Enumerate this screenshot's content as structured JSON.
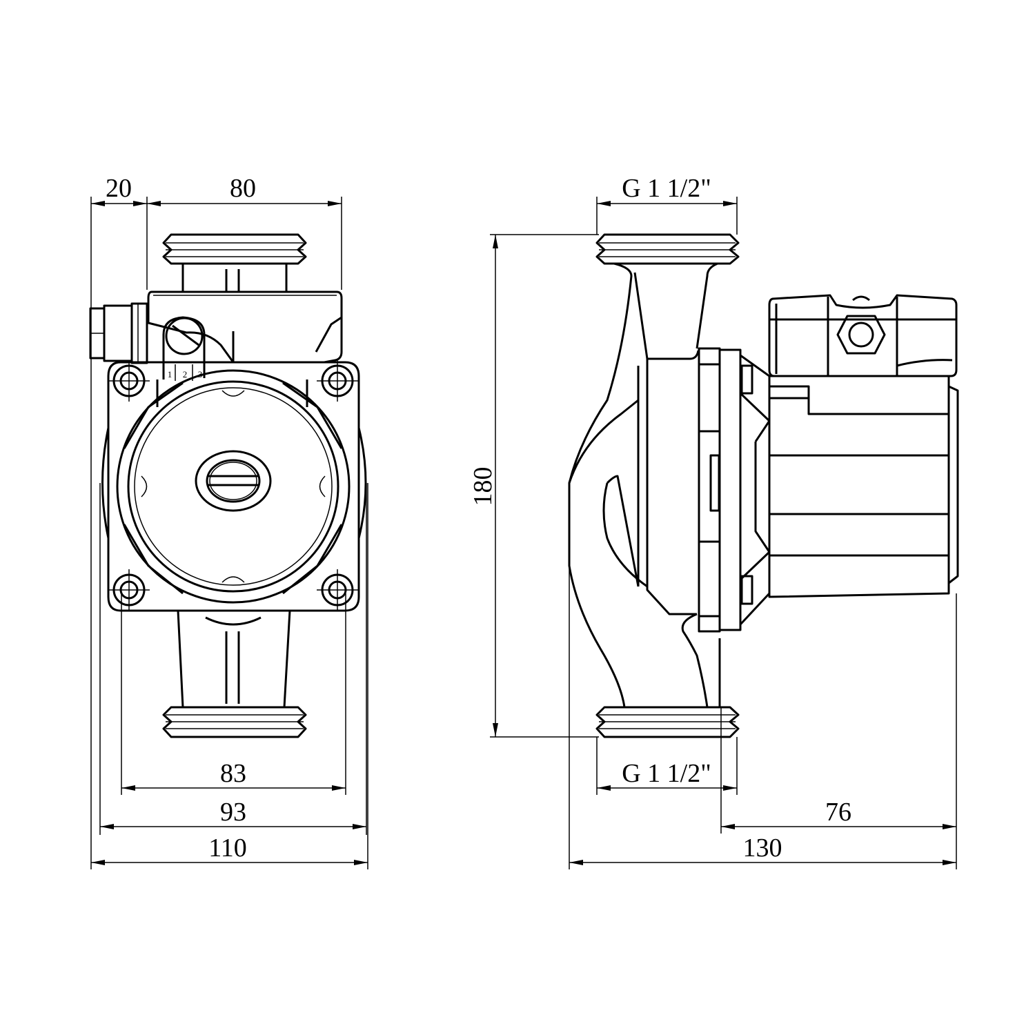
{
  "drawing": {
    "front_view": {
      "dimensions": {
        "cable_gland_width": "20",
        "terminal_box_width": "80",
        "bolt_spacing": "83",
        "housing_width": "93",
        "overall_width": "110"
      },
      "speed_selector_labels": [
        "1",
        "2",
        "3"
      ]
    },
    "side_view": {
      "dimensions": {
        "thread_top": "G 1 1/2\"",
        "thread_bottom": "G 1 1/2\"",
        "port_to_port": "180",
        "motor_length": "76",
        "overall_length": "130"
      }
    },
    "line_color": "#000000",
    "background_color": "#ffffff"
  }
}
